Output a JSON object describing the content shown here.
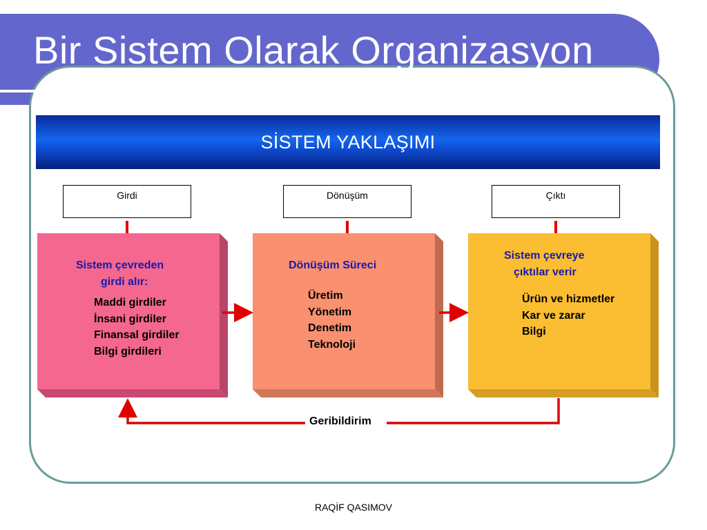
{
  "title": "Bir Sistem Olarak Organizasyon",
  "banner": "SİSTEM YAKLAŞIMI",
  "stages": [
    {
      "label": "Girdi",
      "heading": [
        "Sistem çevreden",
        "girdi alır:"
      ],
      "items": [
        "Maddi girdiler",
        "İnsani girdiler",
        "Finansal girdiler",
        "Bilgi girdileri"
      ],
      "color": "#f4678f"
    },
    {
      "label": "Dönüşüm",
      "heading": [
        "Dönüşüm Süreci"
      ],
      "items": [
        "Üretim",
        "Yönetim",
        "Denetim",
        "Teknoloji"
      ],
      "color": "#f99070"
    },
    {
      "label": "Çıktı",
      "heading": [
        "Sistem çevreye",
        "çıktılar verir"
      ],
      "items": [
        "Ürün ve hizmetler",
        "Kar ve zarar",
        "Bilgi"
      ],
      "color": "#fbbd32"
    }
  ],
  "feedback": "Geribildirim",
  "footer": "RAQİF QASIMOV",
  "colors": {
    "title_bar": "#6366cc",
    "connector": "#e00000",
    "heading_text": "#1a1aa6"
  }
}
